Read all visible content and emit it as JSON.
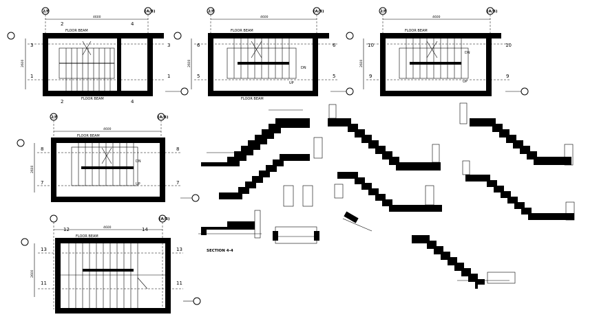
{
  "plans": [
    {
      "id": "plan-a",
      "top_grid_left": "2",
      "top_grid_right": "4",
      "bottom_grid_left": "2",
      "bottom_grid_right": "4",
      "side_grid_top": "3",
      "side_grid_bottom": "1",
      "top_bubble_left": "2/F",
      "top_bubble_right": "(A/B)",
      "top_label": "FLOOR BEAM",
      "bottom_label": "FLOOR BEAM",
      "dim_top": "4600",
      "dim_side": "2600"
    },
    {
      "id": "plan-b",
      "side_grid_top": "6",
      "side_grid_bottom": "5",
      "top_bubble_left": "2/F",
      "top_bubble_right": "(A/B)",
      "top_label": "FLOOR BEAM",
      "bottom_label": "FLOOR BEAM",
      "dim_top": "4600",
      "dim_side": "2600",
      "up_label": "UP",
      "dn_label": "DN"
    },
    {
      "id": "plan-c",
      "side_grid_top": "10",
      "side_grid_bottom": "9",
      "top_bubble_left": "2/F",
      "top_bubble_right": "(A/B)",
      "top_label": "FLOOR BEAM",
      "dim_top": "4600",
      "dim_side": "2600",
      "up_label": "UP",
      "dn_label": "DN"
    },
    {
      "id": "plan-d",
      "side_grid_top": "8",
      "side_grid_bottom": "7",
      "top_bubble_left": "2/F",
      "top_bubble_right": "(A/B)",
      "top_label": "FLOOR BEAM",
      "dim_top": "4600",
      "dim_side": "2600",
      "up_label": "UP",
      "dn_label": "DN"
    },
    {
      "id": "plan-e",
      "top_grid_left": "12",
      "top_grid_right": "14",
      "side_grid_top": "13",
      "side_grid_bottom": "11",
      "top_bubble_right": "(A/B)",
      "top_label": "FLOOR BEAM",
      "dim_top": "4600",
      "dim_side": "2600"
    }
  ],
  "section_title": "SECTION 4-4"
}
